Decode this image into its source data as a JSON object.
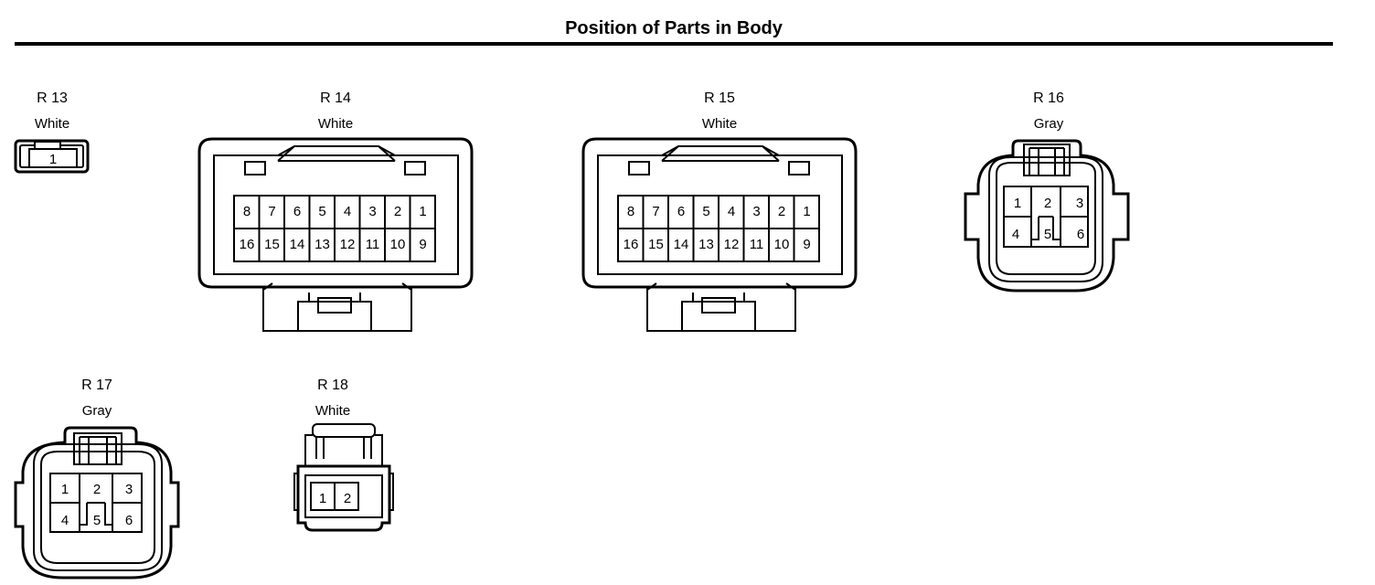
{
  "title": "Position of Parts in Body",
  "connectors": [
    {
      "id": "R 13",
      "color": "White",
      "pins": [
        "1"
      ]
    },
    {
      "id": "R 14",
      "color": "White",
      "pins_top": [
        "8",
        "7",
        "6",
        "5",
        "4",
        "3",
        "2",
        "1"
      ],
      "pins_bottom": [
        "16",
        "15",
        "14",
        "13",
        "12",
        "11",
        "10",
        "9"
      ]
    },
    {
      "id": "R 15",
      "color": "White",
      "pins_top": [
        "8",
        "7",
        "6",
        "5",
        "4",
        "3",
        "2",
        "1"
      ],
      "pins_bottom": [
        "16",
        "15",
        "14",
        "13",
        "12",
        "11",
        "10",
        "9"
      ]
    },
    {
      "id": "R 16",
      "color": "Gray",
      "pins_top": [
        "1",
        "2",
        "3"
      ],
      "pins_bottom": [
        "4",
        "5",
        "6"
      ]
    },
    {
      "id": "R 17",
      "color": "Gray",
      "pins_top": [
        "1",
        "2",
        "3"
      ],
      "pins_bottom": [
        "4",
        "5",
        "6"
      ]
    },
    {
      "id": "R 18",
      "color": "White",
      "pins": [
        "1",
        "2"
      ]
    }
  ]
}
